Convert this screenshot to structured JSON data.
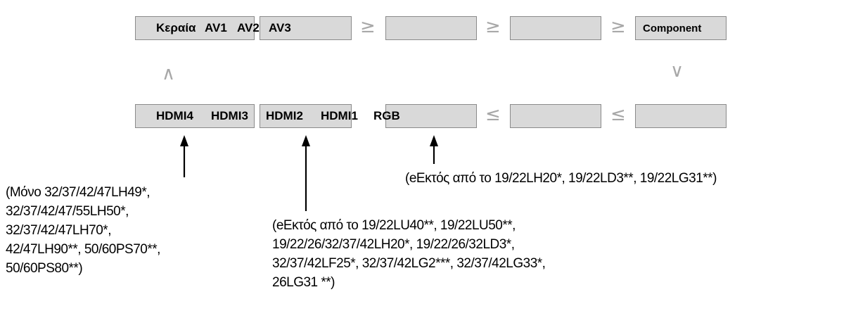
{
  "top_row": {
    "labels": [
      "Κεραία",
      "AV1",
      "AV2",
      "AV3"
    ],
    "component": "Component"
  },
  "bottom_row": {
    "labels": [
      "HDMI4",
      "HDMI3",
      "HDMI2",
      "HDMI1",
      "RGB"
    ]
  },
  "connectors": {
    "right": "≥",
    "left": "≤",
    "up": "∧",
    "down": "∨"
  },
  "notes": {
    "hdmi4": [
      "(Μόνο 32/37/42/47LH49*,",
      "32/37/42/47/55LH50*,",
      "32/37/42/47LH70*,",
      "42/47LH90**, 50/60PS70**,",
      "50/60PS80**)"
    ],
    "hdmi2": [
      "(eΕκτός από το 19/22LU40**, 19/22LU50**,",
      "19/22/26/32/37/42LH20*, 19/22/26/32LD3*,",
      "32/37/42LF25*, 32/37/42LG2***, 32/37/42LG33*,",
      "26LG31 **)"
    ],
    "rgb": "(eΕκτός από το 19/22LH20*, 19/22LD3**, 19/22LG31**)"
  }
}
